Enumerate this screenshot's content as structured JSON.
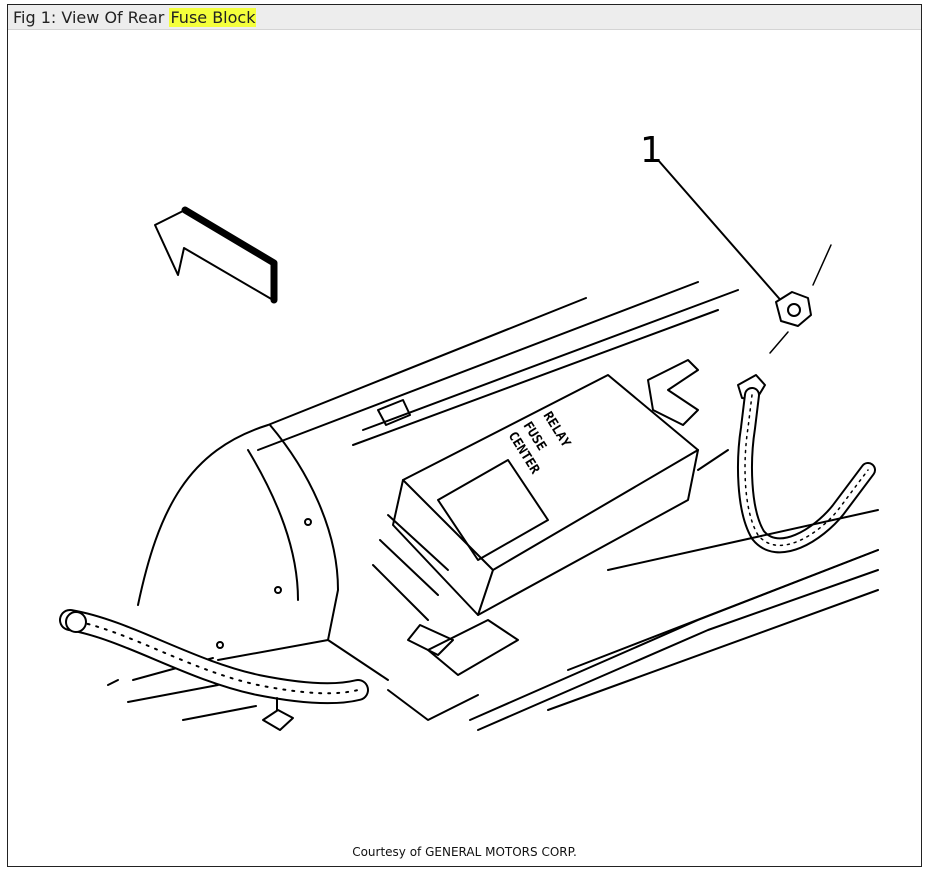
{
  "figure": {
    "prefix": "Fig 1: View Of Rear ",
    "highlight": "Fuse Block",
    "highlight_color": "#f4ff3b",
    "callout_number": "1",
    "box_label_line1": "FUSE",
    "box_label_line2": "CENTER",
    "box_label_line3": "RELAY",
    "caption": "Courtesy of GENERAL MOTORS CORP."
  }
}
